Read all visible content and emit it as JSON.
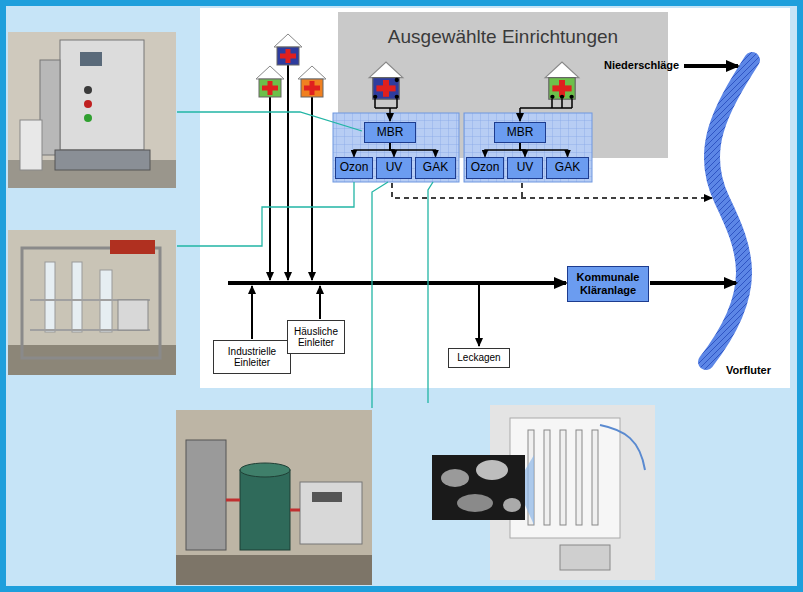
{
  "diagram": {
    "nodes": [
      {
        "text": [
          "Ausgewählte Einrichtungen"
        ]
      },
      {
        "text": [
          "MBR"
        ]
      },
      {
        "text": [
          "Ozon"
        ]
      },
      {
        "text": [
          "UV"
        ]
      },
      {
        "text": [
          "GAK"
        ]
      },
      {
        "text": [
          "MBR"
        ]
      },
      {
        "text": [
          "Ozon"
        ]
      },
      {
        "text": [
          "UV"
        ]
      },
      {
        "text": [
          "GAK"
        ]
      },
      {
        "text": [
          "Kommunale Kläranlage"
        ]
      },
      {
        "text": [
          "Industrielle Einleiter"
        ]
      },
      {
        "text": [
          "Häusliche Einleiter"
        ]
      },
      {
        "text": [
          "Leckagen"
        ]
      }
    ],
    "edges": [
      {
        "from": 1,
        "to": 2,
        "arrow": "to"
      },
      {
        "from": 1,
        "to": 3,
        "arrow": "to"
      },
      {
        "from": 1,
        "to": 4,
        "arrow": "to"
      },
      {
        "from": 5,
        "to": 6,
        "arrow": "to"
      },
      {
        "from": 5,
        "to": 7,
        "arrow": "to"
      },
      {
        "from": 5,
        "to": 8,
        "arrow": "to"
      }
    ],
    "labels": [
      "Niederschläge",
      "Vorfluter"
    ]
  }
}
